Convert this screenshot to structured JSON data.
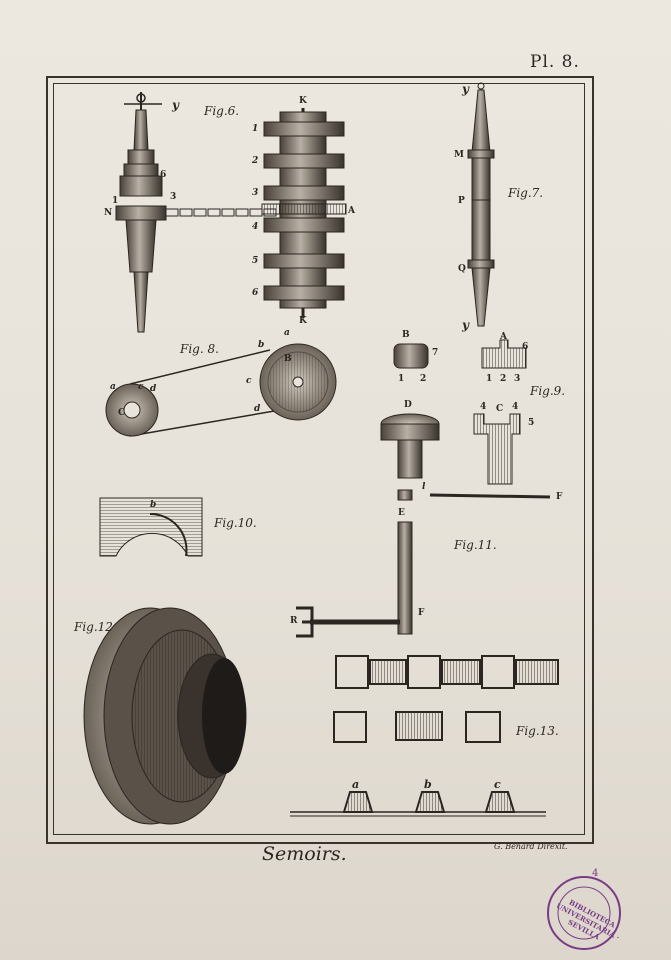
{
  "plate": {
    "number": "Pl. 8."
  },
  "figures": {
    "fig6": "Fig.6.",
    "fig7": "Fig.7.",
    "fig8": "Fig. 8.",
    "fig9": "Fig.9.",
    "fig10": "Fig.10.",
    "fig11": "Fig.11.",
    "fig12": "Fig.12",
    "fig13": "Fig.13."
  },
  "letters": {
    "y1": "y",
    "K_top": "K",
    "K_bot": "K",
    "N": "N",
    "A6": "A",
    "n1": "1",
    "n2": "2",
    "n3": "3",
    "n4": "4",
    "n5": "5",
    "n6": "6",
    "s1": "1",
    "s3": "3",
    "s6": "6",
    "y7a": "y",
    "M": "M",
    "P": "P",
    "Q": "Q",
    "y7b": "y",
    "a8": "a",
    "b8": "b",
    "B8": "B",
    "c8": "c",
    "d8": "d",
    "C8": "C",
    "a8b": "a",
    "d8b": "d",
    "c8b": "c",
    "B9": "B",
    "seven": "7",
    "b1": "1",
    "b2": "2",
    "A9": "A",
    "six": "6",
    "a1": "1",
    "a2": "2",
    "a3": "3",
    "D": "D",
    "C9": "C",
    "four1": "4",
    "four2": "4",
    "five": "5",
    "b10": "b",
    "l11": "l",
    "F11a": "F",
    "E": "E",
    "F11b": "F",
    "R": "R",
    "a13": "a",
    "b13": "b",
    "c13": "c"
  },
  "footer": {
    "title": "Semoirs.",
    "engraver": "G. Benard Direxit."
  },
  "stamp": {
    "text": "BIBLIOTECA UNIVERSITARIA · SEVILLA",
    "number": "4"
  }
}
